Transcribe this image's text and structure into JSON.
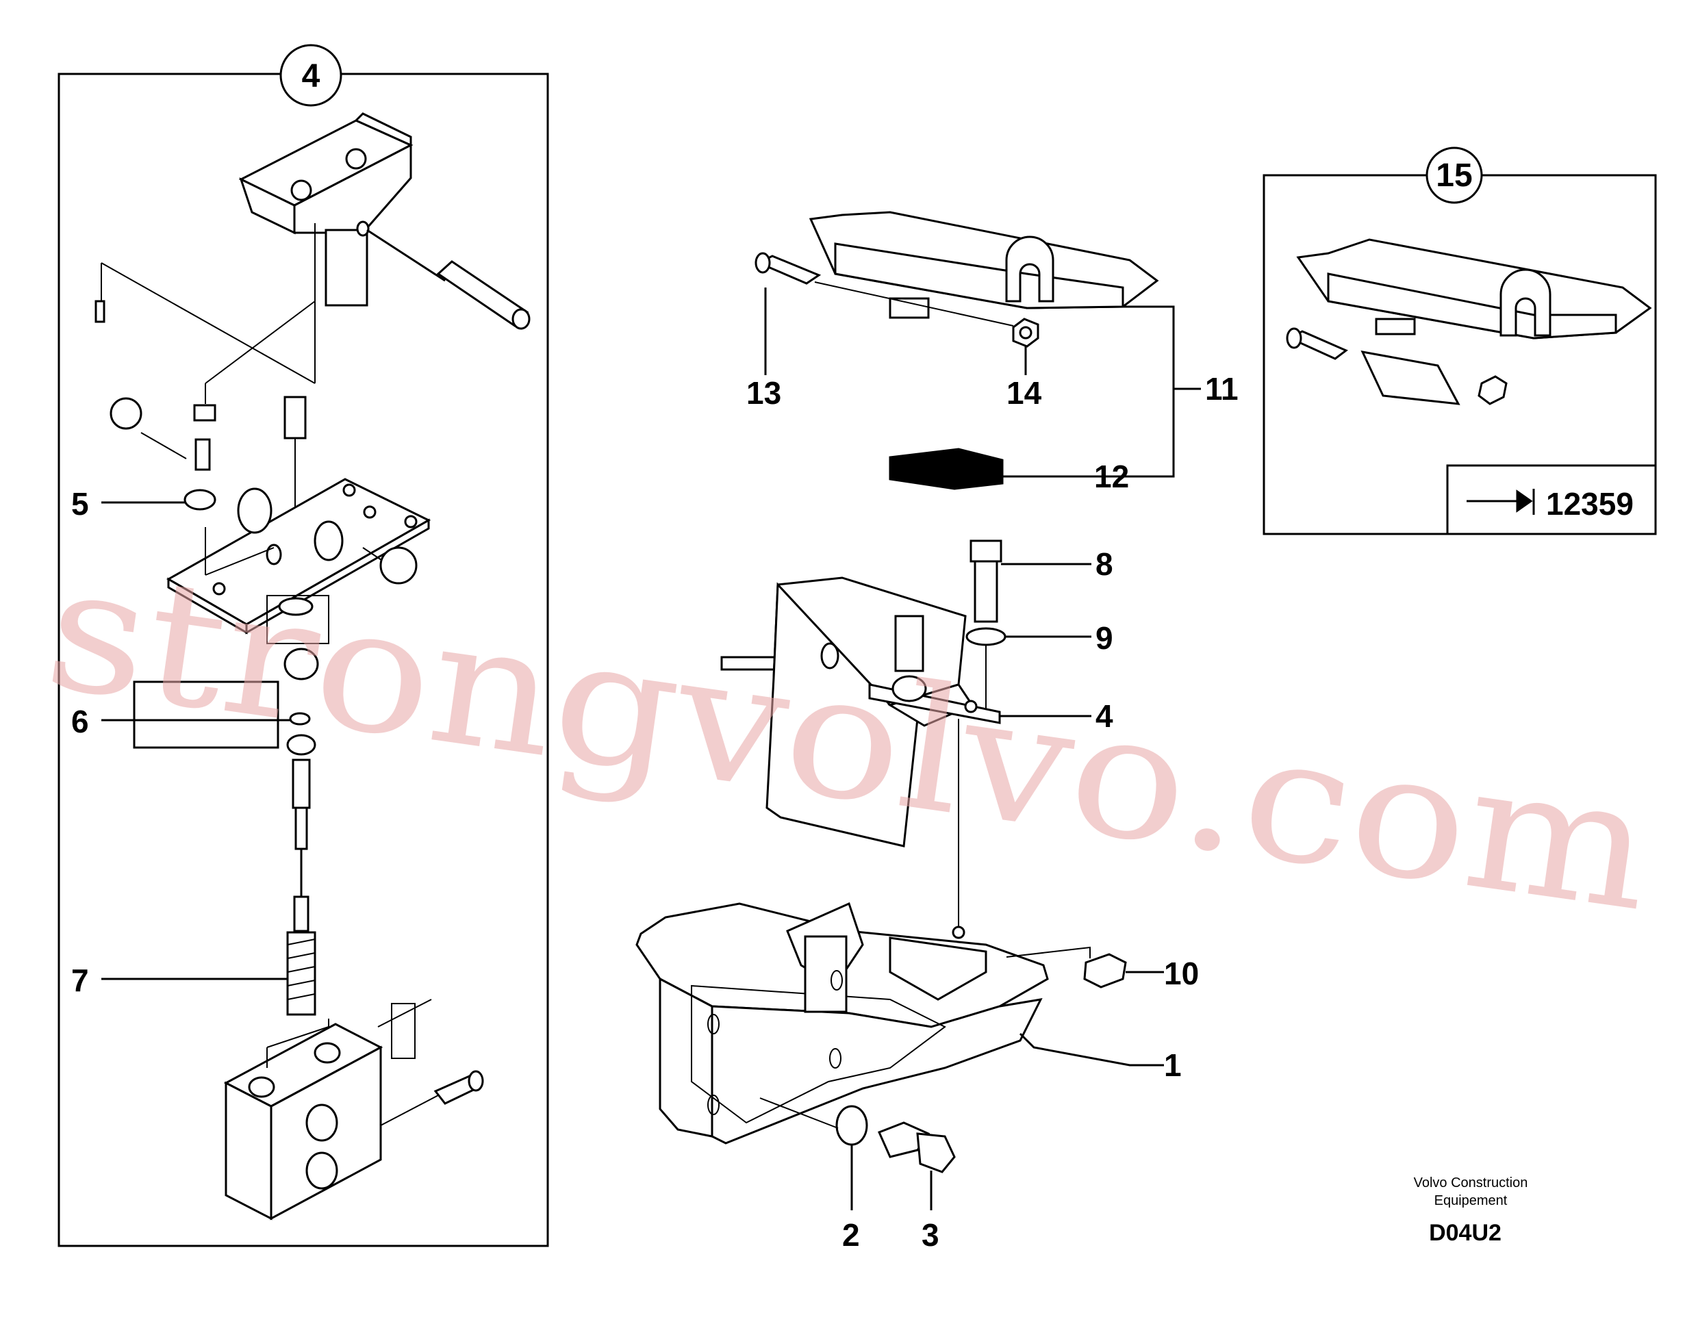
{
  "labels": {
    "l1": "1",
    "l2": "2",
    "l3": "3",
    "l4": "4",
    "l5": "5",
    "l6": "6",
    "l7": "7",
    "l8": "8",
    "l9": "9",
    "l10": "10",
    "l11": "11",
    "l12": "12",
    "l13": "13",
    "l14": "14"
  },
  "detail_circles": {
    "c4": "4",
    "c15": "15"
  },
  "reference": {
    "number": "12359"
  },
  "footer": {
    "brand_line1": "Volvo Construction",
    "brand_line2": "Equipement",
    "code": "D04U2"
  },
  "watermark": "strongvolvo.com"
}
